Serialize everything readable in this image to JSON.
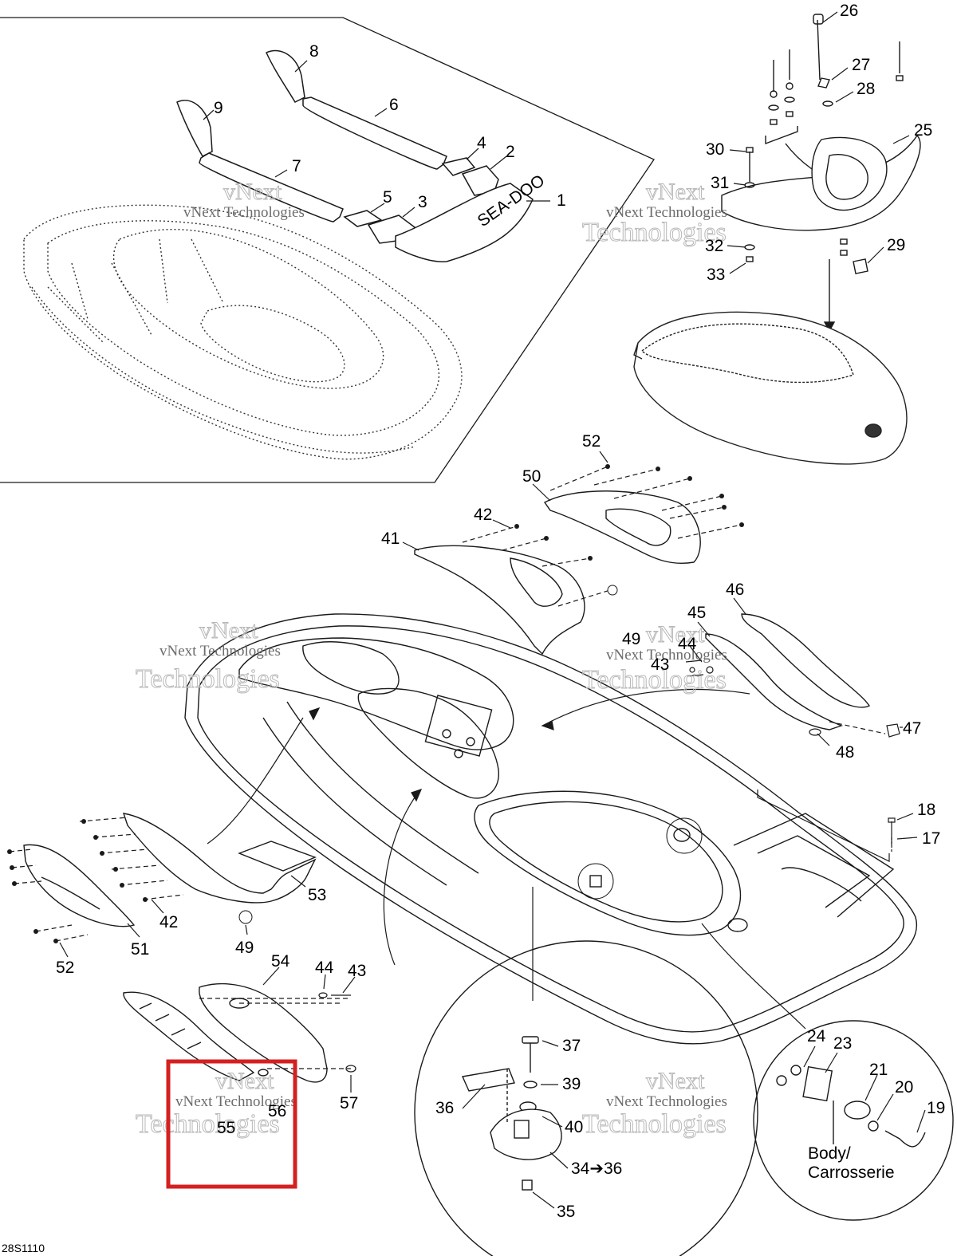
{
  "diagram": {
    "code": "28S1110",
    "callouts": {
      "c1": "1",
      "c2": "2",
      "c3": "3",
      "c4": "4",
      "c5": "5",
      "c6": "6",
      "c7": "7",
      "c8": "8",
      "c9": "9",
      "c17": "17",
      "c18": "18",
      "c19": "19",
      "c20": "20",
      "c21": "21",
      "c23": "23",
      "c24": "24",
      "c25": "25",
      "c26": "26",
      "c27": "27",
      "c28": "28",
      "c29": "29",
      "c30": "30",
      "c31": "31",
      "c32": "32",
      "c33": "33",
      "c34": "34➔36",
      "c35": "35",
      "c36": "36",
      "c37": "37",
      "c39": "39",
      "c40": "40",
      "c41": "41",
      "c42a": "42",
      "c42b": "42",
      "c43a": "43",
      "c43b": "43",
      "c44a": "44",
      "c44b": "44",
      "c45": "45",
      "c46": "46",
      "c47": "47",
      "c48": "48",
      "c49a": "49",
      "c49b": "49",
      "c50": "50",
      "c51": "51",
      "c52a": "52",
      "c52b": "52",
      "c53": "53",
      "c54": "54",
      "c55": "55",
      "c56": "56",
      "c57": "57"
    },
    "body_label": {
      "line1": "Body/",
      "line2": "Carrosserie"
    },
    "mat_logo_text": "SEA-DOO",
    "watermark": {
      "line1": "vNext",
      "line2": "vNext Technologies",
      "line3": "Technologies"
    },
    "highlight_color": "#d42020",
    "line_color": "#1a1a1a"
  }
}
